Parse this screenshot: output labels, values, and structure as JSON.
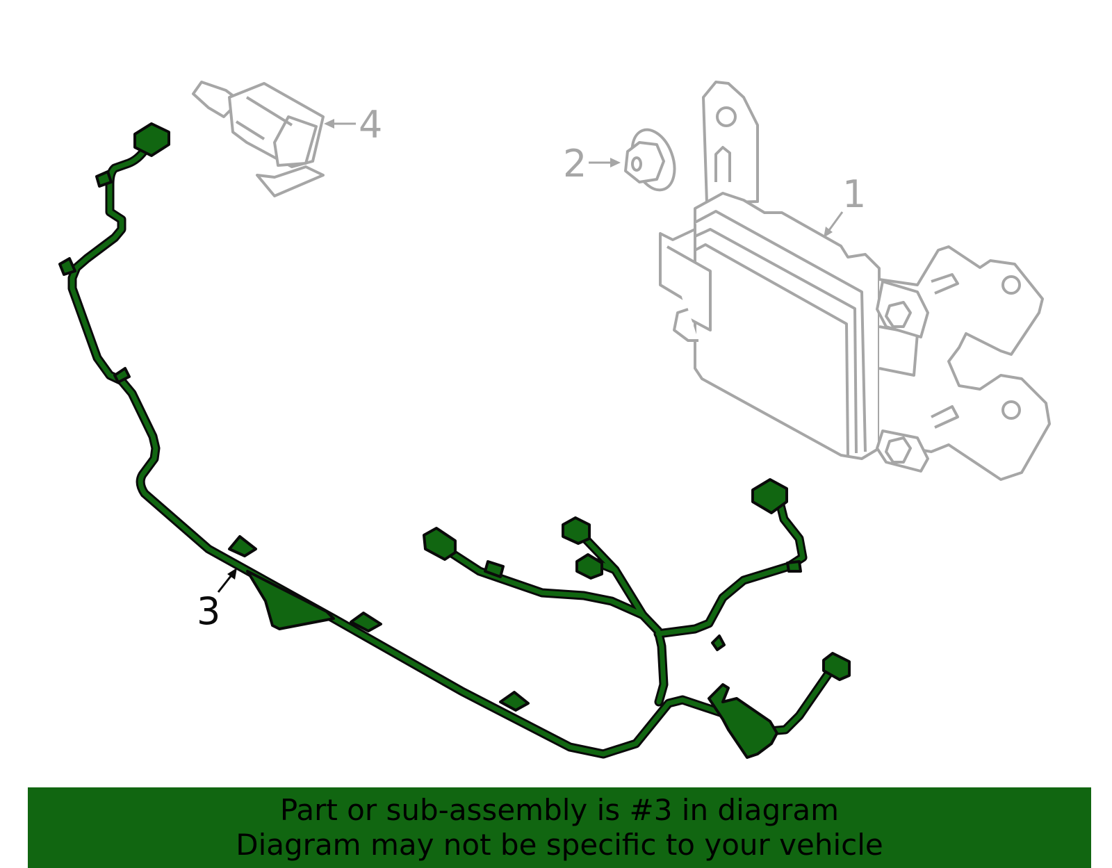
{
  "callouts": [
    {
      "number": "1",
      "part": "module"
    },
    {
      "number": "2",
      "part": "nut"
    },
    {
      "number": "3",
      "part": "wiring-harness"
    },
    {
      "number": "4",
      "part": "sensor"
    }
  ],
  "colors": {
    "highlight": "#116611",
    "harness_outline": "#0a0a0a",
    "other_parts": "#a6a6a6",
    "banner_background": "#116611"
  },
  "banner": {
    "line1": "Part or sub-assembly is #3 in diagram",
    "line2": "Diagram may not be specific to your vehicle"
  }
}
